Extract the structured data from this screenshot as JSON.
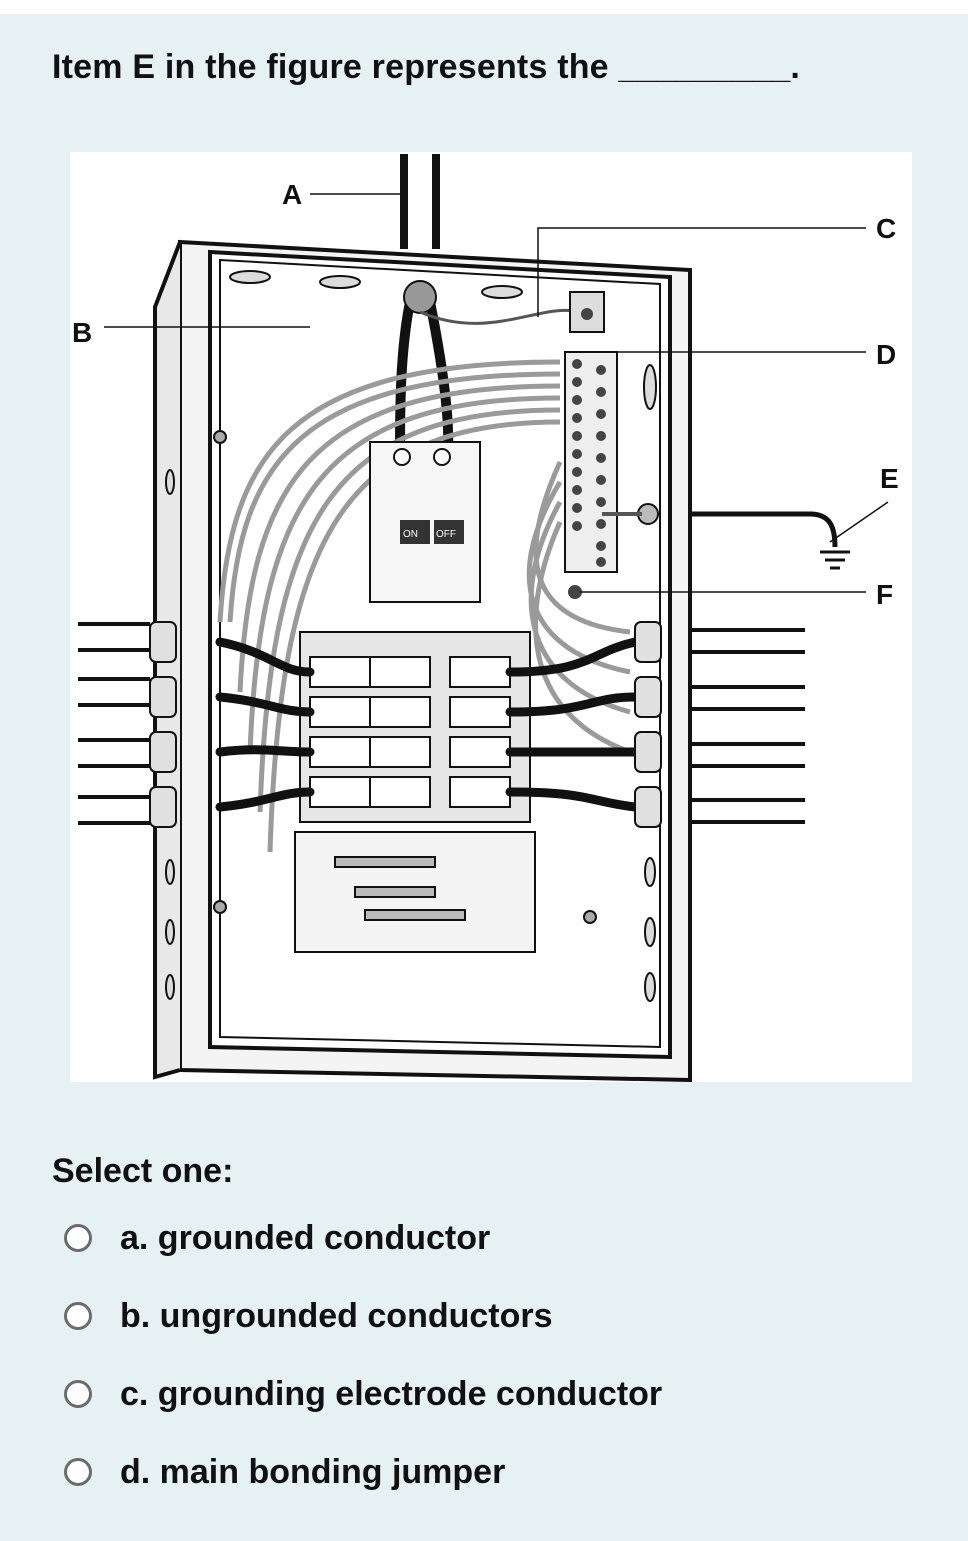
{
  "question": {
    "text": "Item E in the figure represents the _________."
  },
  "figure": {
    "labels": {
      "a": "A",
      "b": "B",
      "c": "C",
      "d": "D",
      "e": "E",
      "f": "F"
    },
    "breaker_labels": {
      "main_on": "ON",
      "main_off": "OFF"
    }
  },
  "prompt": {
    "select_label": "Select one:"
  },
  "options": [
    {
      "label": "a. grounded conductor"
    },
    {
      "label": "b. ungrounded conductors"
    },
    {
      "label": "c. grounding electrode conductor"
    },
    {
      "label": "d. main bonding jumper"
    }
  ],
  "colors": {
    "background": "#e6f1f3",
    "figure_bg": "#ffffff",
    "radio_border": "#6b6b6b"
  }
}
